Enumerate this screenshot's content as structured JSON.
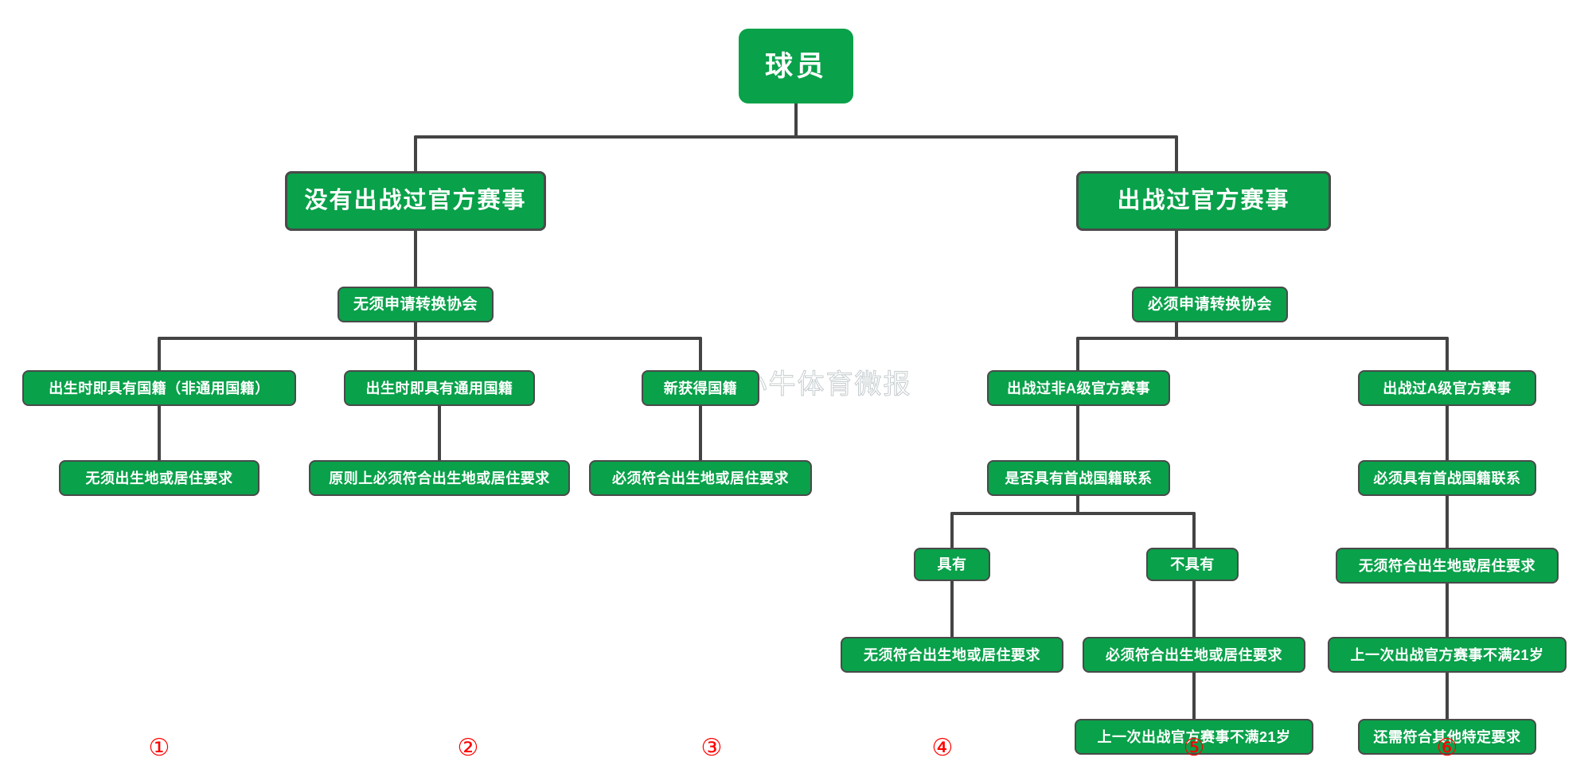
{
  "theme": {
    "node_fill": "#09a14a",
    "node_border": "#4a4a4a",
    "node_text": "#ffffff",
    "wire": "#444444",
    "index_color": "#ff0000",
    "background": "#ffffff"
  },
  "watermark": {
    "text": "@小牛体育微报",
    "logo": "weibo-logo-icon"
  },
  "nodes": {
    "root": "球员",
    "left_branch": "没有出战过官方赛事",
    "right_branch": "出战过官方赛事",
    "left_assoc": "无须申请转换协会",
    "right_assoc": "必须申请转换协会",
    "l1_title": "出生时即具有国籍（非通用国籍）",
    "l1_req": "无须出生地或居住要求",
    "l2_title": "出生时即具有通用国籍",
    "l2_req": "原则上必须符合出生地或居住要求",
    "l3_title": "新获得国籍",
    "l3_req": "必须符合出生地或居住要求",
    "r1_title": "出战过非A级官方赛事",
    "r1_question": "是否具有首战国籍联系",
    "r1_yes": "具有",
    "r1_no": "不具有",
    "r1_yes_req": "无须符合出生地或居住要求",
    "r1_no_req1": "必须符合出生地或居住要求",
    "r1_no_req2": "上一次出战官方赛事不满21岁",
    "r2_title": "出战过A级官方赛事",
    "r2_req1": "必须具有首战国籍联系",
    "r2_req2": "无须符合出生地或居住要求",
    "r2_req3": "上一次出战官方赛事不满21岁",
    "r2_req4": "还需符合其他特定要求"
  },
  "indices": {
    "i1": "①",
    "i2": "②",
    "i3": "③",
    "i4": "④",
    "i5": "⑤",
    "i6": "⑥"
  }
}
